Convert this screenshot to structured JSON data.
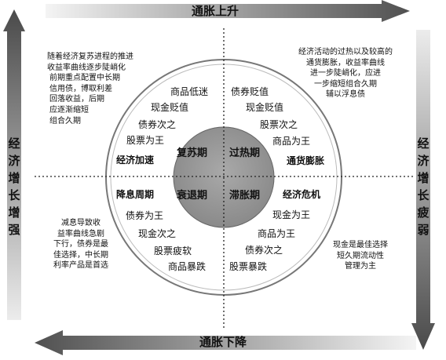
{
  "arrows": {
    "top": "通胀上升",
    "bottom": "通胀下降",
    "left": "经济增长增强",
    "right": "经济增长疲弱"
  },
  "phases": {
    "recovery": "复苏期",
    "overheat": "过热期",
    "recession": "衰退期",
    "stagflation": "滞胀期"
  },
  "cycle_labels": {
    "econ_accel": "经济加速",
    "inflation_expand": "通货膨胀",
    "rate_cut": "降息周期",
    "econ_crisis": "经济危机"
  },
  "ring": {
    "recovery": [
      "商品低迷",
      "现金贬值",
      "债券次之",
      "股票为王"
    ],
    "overheat": [
      "债券贬值",
      "现金贬值",
      "股票次之",
      "商品为王"
    ],
    "recession": [
      "债券为王",
      "现金次之",
      "股票疲软",
      "商品暴跌"
    ],
    "stagflation": [
      "现金为王",
      "商品为王",
      "债券次之",
      "股票暴跌"
    ]
  },
  "notes": {
    "top_left": [
      "随着经济复苏进程的推进",
      "收益率曲线逐步陡峭化",
      "前期重点配置中长期",
      "信用债，博取利差",
      "回落收益，后期",
      "应逐渐缩短",
      "组合久期"
    ],
    "top_right": [
      "经济活动的过热以及较高的",
      "通货膨胀，收益率曲线",
      "进一步陡峭化，应进",
      "一步缩短组合久期",
      "辅以浮息债"
    ],
    "bottom_left": [
      "减息导致收",
      "益率曲线急剧",
      "下行，债券是最",
      "佳选择，中长期",
      "利率产品是首选"
    ],
    "bottom_right": [
      "现金是最佳选择",
      "短久期流动性",
      "管理为主"
    ]
  }
}
